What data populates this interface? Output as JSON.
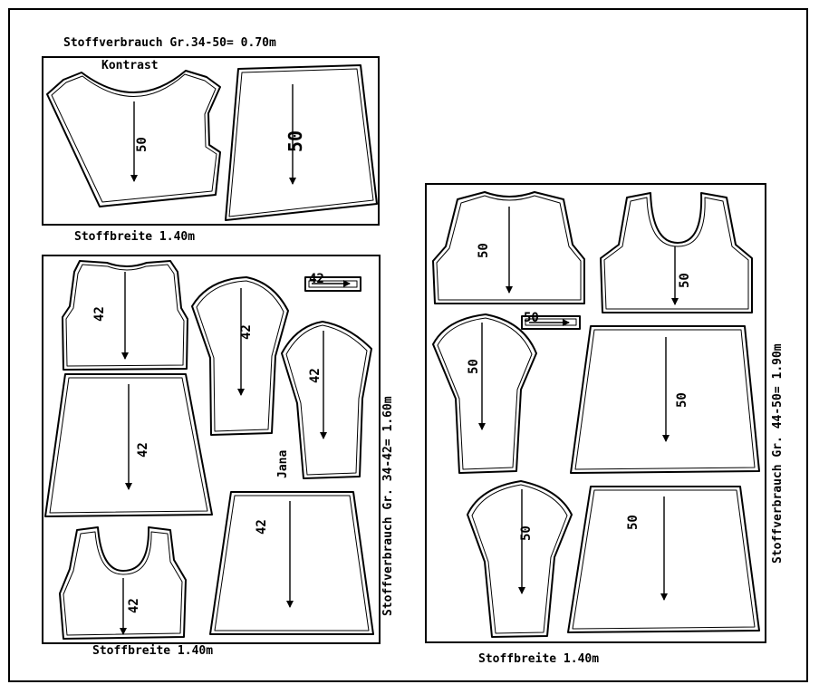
{
  "top": {
    "usage": "Stoffverbrauch Gr.34-50= 0.70m",
    "contrast": "Kontrast",
    "width": "Stoffbreite 1.40m",
    "size_front": "50",
    "size_skirt": "50"
  },
  "left": {
    "usage": "Stoffverbrauch Gr. 34-42= 1.60m",
    "width": "Stoffbreite 1.40m",
    "model": "Jana",
    "sizes": {
      "back": "42",
      "sleeve1": "42",
      "sleeve2": "42",
      "strip": "42",
      "skirt_a": "42",
      "skirt_b": "42",
      "front": "42"
    }
  },
  "right": {
    "usage": "Stoffverbrauch Gr. 44-50= 1.90m",
    "width": "Stoffbreite 1.40m",
    "sizes": {
      "back": "50",
      "front": "50",
      "strip": "50",
      "sleeve1": "50",
      "skirt_a": "50",
      "sleeve2": "50",
      "skirt_b": "50"
    }
  }
}
